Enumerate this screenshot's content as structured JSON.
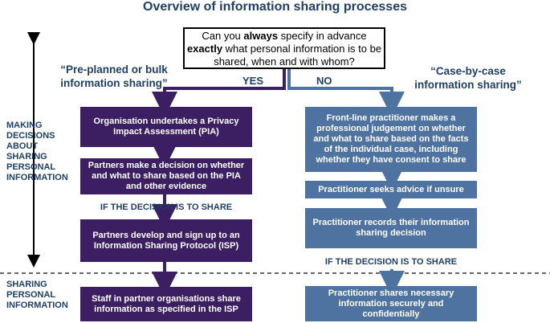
{
  "title": "Overview of information sharing processes",
  "question": {
    "part1": "Can you ",
    "always": "always",
    "part2": " specify in advance",
    "exactly": "exactly",
    "part3": " what personal information is to be shared, when and with whom?"
  },
  "left_heading": "“Pre-planned or bulk information sharing”",
  "right_heading": "“Case-by-case information sharing”",
  "yes_label": "YES",
  "no_label": "NO",
  "side_labels": {
    "making": "MAKING DECISIONS ABOUT SHARING PERSONAL INFORMATION",
    "sharing": "SHARING PERSONAL INFORMATION"
  },
  "left_boxes": [
    "Organisation undertakes a Privacy Impact Assessment (PIA)",
    "Partners make a decision on whether and what to share based on the PIA and other evidence",
    "Partners develop and sign up to an Information Sharing Protocol (ISP)",
    "Staff in partner organisations share information as specified in the ISP"
  ],
  "right_boxes": [
    "Front-line practitioner makes a professional judgement on whether and what to share based on the facts of the individual case, including whether they have consent to share",
    "Practitioner seeks advice if unsure",
    "Practitioner records their information sharing decision",
    "Practitioner shares necessary information securely and confidentially"
  ],
  "left_condition": "IF THE DECISION IS TO SHARE",
  "right_condition": "IF THE DECISION IS TO SHARE",
  "colors": {
    "purple": "#3b1f62",
    "blue": "#4f73a1",
    "heading": "#1f3f66"
  }
}
